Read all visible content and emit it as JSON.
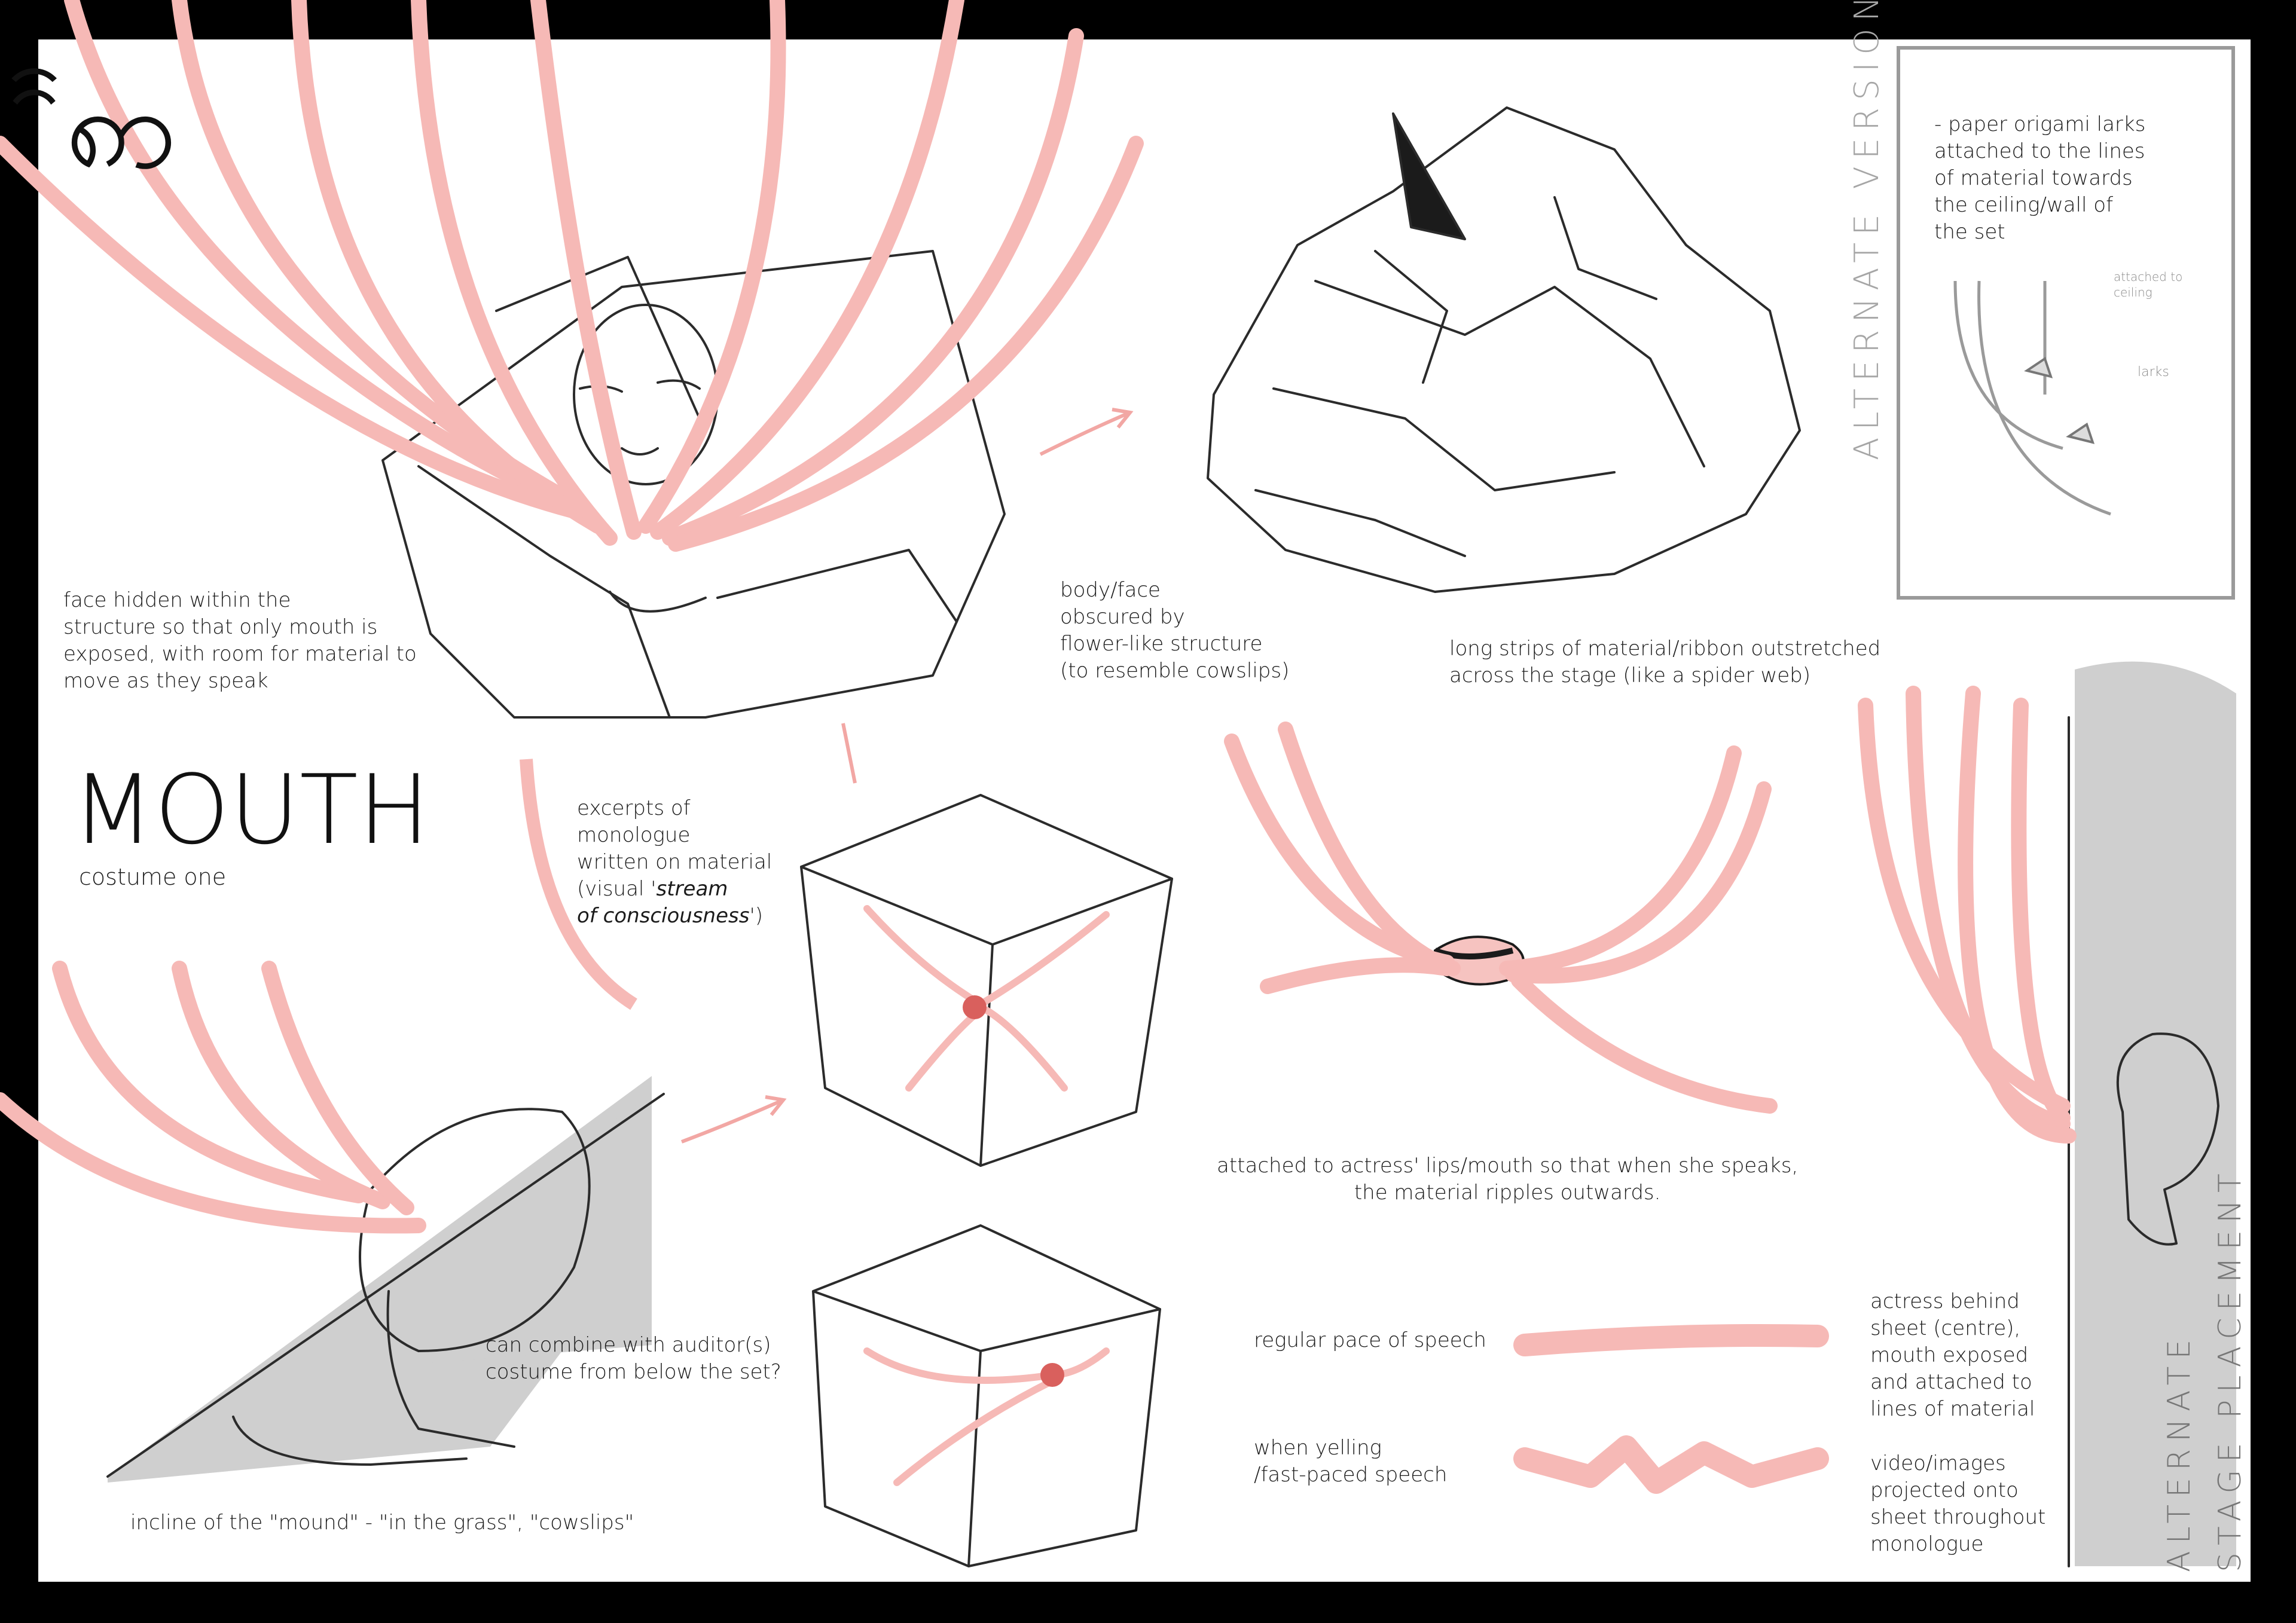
{
  "logo": {
    "glyphs": "ꩰꩱ",
    "label": "ꩰꩱ"
  },
  "title": "MOUTH",
  "subtitle": "costume one",
  "notes": {
    "face_hidden": "face hidden within the\nstructure so that only mouth is\nexposed, with room for material to\nmove as they speak",
    "body_face": "body/face\nobscured by\nflower-like structure\n(to resemble cowslips)",
    "long_strips": "long strips of material/ribbon outstretched\nacross the stage (like a spider web)",
    "excerpts_1": "excerpts of\nmonologue\nwritten on material\n(visual '",
    "excerpts_em": "stream\nof consciousness",
    "excerpts_2": "')",
    "attached_lips": "attached to actress' lips/mouth so that when she speaks,\nthe material ripples outwards.",
    "combine": "can combine with auditor(s)\ncostume from below the set?",
    "incline": "incline of the \"mound\" - \"in the grass\", \"cowslips\"",
    "regular_pace": "regular pace of speech",
    "yelling": "when yelling\n/fast-paced speech",
    "actress_behind": "actress behind\nsheet (centre),\nmouth exposed\nand attached to\nlines of material",
    "video": "video/images\nprojected onto\nsheet throughout\nmonologue",
    "origami": "- paper origami larks\n  attached to the lines\n  of material towards\n  the ceiling/wall of\n  the set",
    "attached_ceiling": "attached to\nceiling",
    "larks": "larks"
  },
  "vertical_labels": {
    "alternate_version": "ALTERNATE VERSION :",
    "alt_stage_1": "ALTERNATE",
    "alt_stage_2": "STAGE PLACEMENT"
  },
  "colors": {
    "ribbon": "#f6b9b6",
    "ribbon_dark": "#f2a7a4",
    "ink": "#2b2b2b",
    "shade": "#cfcfcf",
    "frame": "#000000",
    "lips": "#d9605d"
  }
}
